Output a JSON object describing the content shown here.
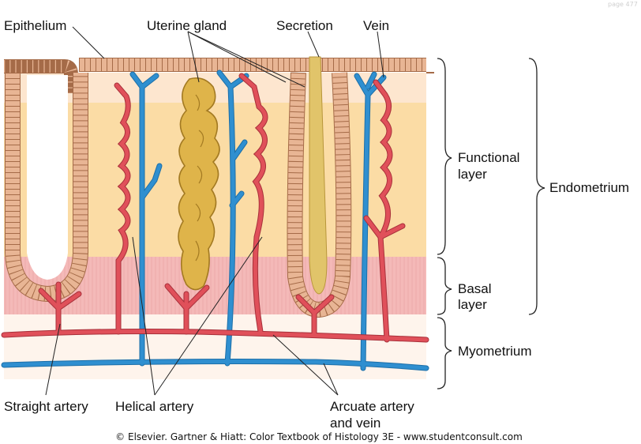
{
  "page_marker": "page 477",
  "labels": {
    "epithelium": "Epithelium",
    "uterine_gland": "Uterine gland",
    "secretion": "Secretion",
    "vein": "Vein",
    "functional_layer_1": "Functional",
    "functional_layer_2": "layer",
    "endometrium": "Endometrium",
    "basal_layer_1": "Basal",
    "basal_layer_2": "layer",
    "myometrium": "Myometrium",
    "straight_artery": "Straight artery",
    "helical_artery": "Helical artery",
    "arcuate_1": "Arcuate artery",
    "arcuate_2": "and vein"
  },
  "credit": "© Elsevier. Gartner & Hiatt: Color Textbook of Histology 3E - www.studentconsult.com",
  "colors": {
    "functional_layer": "#fbdca5",
    "surface_zone": "#fde6cf",
    "basal_layer": "#f4b9b8",
    "myometrium": "#fef4ec",
    "epithelium": "#e8b594",
    "gland": "#dfb44a",
    "secretion": "#e1c46a",
    "artery": "#e0505a",
    "vein": "#2f8fd0"
  }
}
